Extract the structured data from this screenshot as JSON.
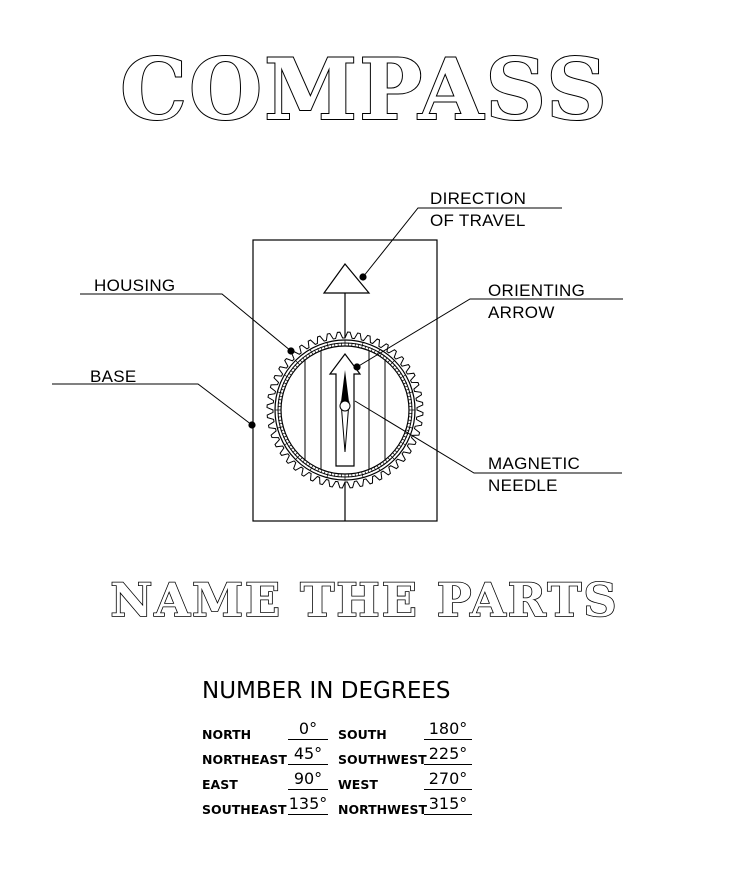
{
  "title": "COMPASS",
  "subtitle": "NAME THE PARTS",
  "labels": {
    "direction_of_travel": [
      "DIRECTION",
      "OF TRAVEL"
    ],
    "housing": "HOUSING",
    "orienting_arrow": [
      "ORIENTING",
      "ARROW"
    ],
    "base": "BASE",
    "magnetic_needle": [
      "MAGNETIC",
      "NEEDLE"
    ]
  },
  "degrees": {
    "heading": "NUMBER IN DEGREES",
    "rows": [
      {
        "left": {
          "name": "NORTH",
          "value": "0°"
        },
        "right": {
          "name": "SOUTH",
          "value": "180°"
        }
      },
      {
        "left": {
          "name": "NORTHEAST",
          "value": "45°"
        },
        "right": {
          "name": "SOUTHWEST",
          "value": "225°"
        }
      },
      {
        "left": {
          "name": "EAST",
          "value": "90°"
        },
        "right": {
          "name": "WEST",
          "value": "270°"
        }
      },
      {
        "left": {
          "name": "SOUTHEAST",
          "value": "135°"
        },
        "right": {
          "name": "NORTHWEST",
          "value": "315°"
        }
      }
    ]
  }
}
